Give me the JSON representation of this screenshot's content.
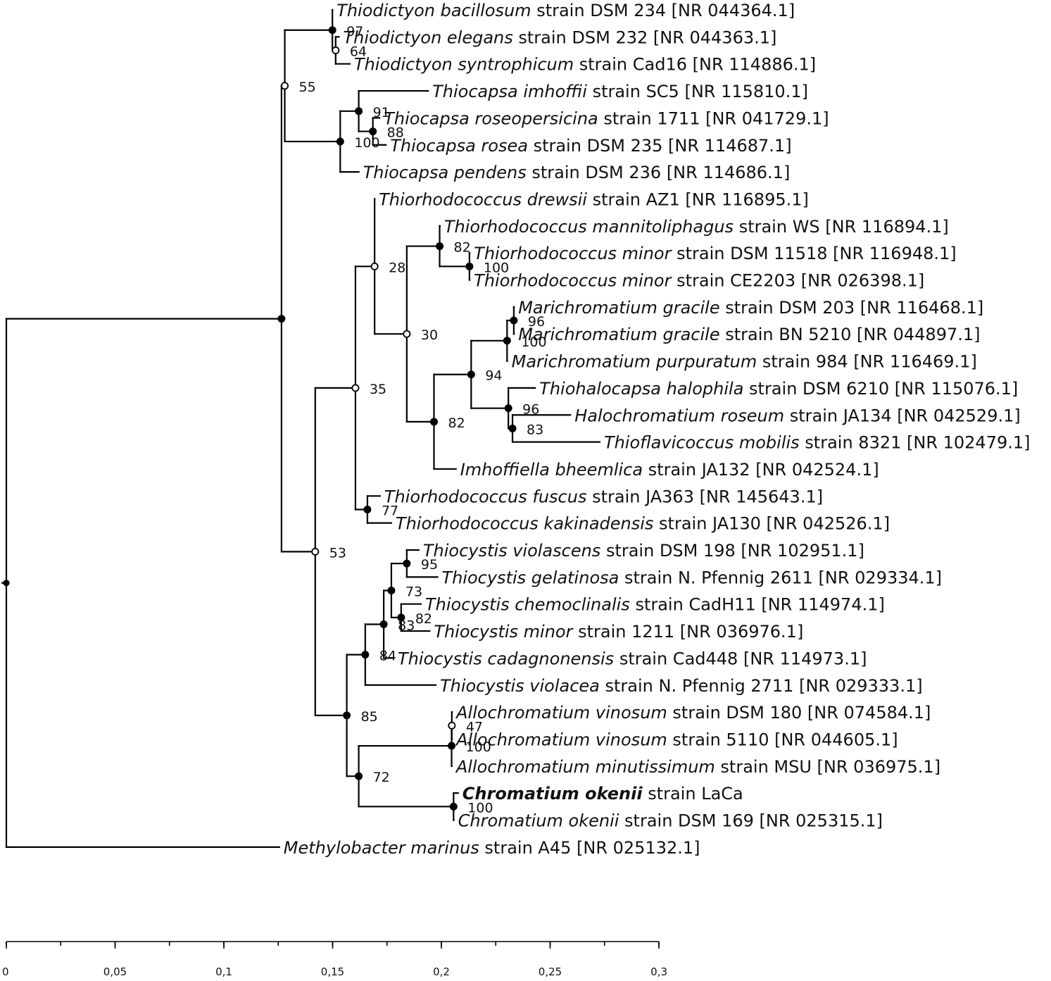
{
  "axis": {
    "min": 0,
    "max": 0.3,
    "ticks": [
      {
        "value": 0,
        "label": "0"
      },
      {
        "value": 0.05,
        "label": "0,05"
      },
      {
        "value": 0.1,
        "label": "0,1"
      },
      {
        "value": 0.15,
        "label": "0,15"
      },
      {
        "value": 0.2,
        "label": "0,2"
      },
      {
        "value": 0.25,
        "label": "0,25"
      },
      {
        "value": 0.3,
        "label": "0,3"
      }
    ],
    "minor_step": 0.025
  },
  "tree": {
    "children": [
      {
        "len": 0.1265,
        "children": [
          {
            "len": 0.0015,
            "support": "55",
            "open": true,
            "children": [
              {
                "len": 0.0219,
                "support": "97",
                "children": [
                  {
                    "len": 0.0,
                    "taxon": {
                      "genus": "Thiodictyon bacillosum",
                      "rest": " strain DSM 234 [NR 044364.1]"
                    }
                  },
                  {
                    "len": 0.0015,
                    "support": "64",
                    "open": true,
                    "children": [
                      {
                        "len": 0.0015,
                        "taxon": {
                          "genus": "Thiodictyon elegans",
                          "rest": " strain DSM 232 [NR 044363.1]"
                        }
                      },
                      {
                        "len": 0.0065,
                        "taxon": {
                          "genus": "Thiodictyon syntrophicum",
                          "rest": " strain Cad16 [NR 114886.1]"
                        }
                      }
                    ]
                  }
                ]
              },
              {
                "len": 0.0255,
                "support": "100",
                "children": [
                  {
                    "len": 0.0085,
                    "support": "91",
                    "children": [
                      {
                        "len": 0.0319,
                        "taxon": {
                          "genus": "Thiocapsa imhoffii",
                          "rest": " strain SC5 [NR 115810.1]"
                        }
                      },
                      {
                        "len": 0.0065,
                        "support": "88",
                        "children": [
                          {
                            "len": 0.0031,
                            "taxon": {
                              "genus": "Thiocapsa roseopersicina",
                              "rest": " strain 1711 [NR 041729.1]"
                            }
                          },
                          {
                            "len": 0.006,
                            "taxon": {
                              "genus": "Thiocapsa rosea",
                              "rest": " strain DSM 235 [NR 114687.1]"
                            }
                          }
                        ]
                      }
                    ]
                  },
                  {
                    "len": 0.0085,
                    "taxon": {
                      "genus": "Thiocapsa pendens",
                      "rest": " strain DSM 236 [NR 114686.1]"
                    }
                  }
                ]
              }
            ]
          },
          {
            "len": 0.0155,
            "support": "53",
            "open": true,
            "children": [
              {
                "len": 0.0185,
                "support": "35",
                "open": true,
                "children": [
                  {
                    "len": 0.0088,
                    "support": "28",
                    "open": true,
                    "children": [
                      {
                        "len": 0.0,
                        "taxon": {
                          "genus": "Thiorhodococcus drewsii",
                          "rest": " strain AZ1 [NR 116895.1]"
                        }
                      },
                      {
                        "len": 0.0148,
                        "support": "30",
                        "open": true,
                        "children": [
                          {
                            "len": 0.0151,
                            "support": "82",
                            "children": [
                              {
                                "len": 0.0001,
                                "taxon": {
                                  "genus": "Thiorhodococcus mannitoliphagus",
                                  "rest": " strain WS [NR 116894.1]"
                                }
                              },
                              {
                                "len": 0.0137,
                                "support": "100",
                                "children": [
                                  {
                                    "len": 0.0001,
                                    "taxon": {
                                      "genus": "Thiorhodococcus minor",
                                      "rest": " strain DSM 11518 [NR 116948.1]"
                                    }
                                  },
                                  {
                                    "len": 0.0001,
                                    "taxon": {
                                      "genus": "Thiorhodococcus minor",
                                      "rest": " strain CE2203 [NR 026398.1]"
                                    }
                                  }
                                ]
                              }
                            ]
                          },
                          {
                            "len": 0.0125,
                            "support": "82",
                            "children": [
                              {
                                "len": 0.0171,
                                "support": "94",
                                "children": [
                                  {
                                    "len": 0.0165,
                                    "support": "100",
                                    "children": [
                                      {
                                        "len": 0.0031,
                                        "support": "96",
                                        "children": [
                                          {
                                            "len": 0.0001,
                                            "taxon": {
                                              "genus": "Marichromatium gracile",
                                              "rest": " strain DSM 203 [NR 116468.1]"
                                            }
                                          },
                                          {
                                            "len": 0.0001,
                                            "taxon": {
                                              "genus": "Marichromatium gracile",
                                              "rest": " strain BN 5210 [NR 044897.1]"
                                            }
                                          }
                                        ]
                                      },
                                      {
                                        "len": 0.0001,
                                        "taxon": {
                                          "genus": "Marichromatium purpuratum",
                                          "rest": " strain 984 [NR 116469.1]"
                                        }
                                      }
                                    ]
                                  },
                                  {
                                    "len": 0.0171,
                                    "support": "96",
                                    "children": [
                                      {
                                        "len": 0.0123,
                                        "taxon": {
                                          "genus": "Thiohalocapsa halophila",
                                          "rest": " strain DSM 6210 [NR 115076.1]"
                                        }
                                      },
                                      {
                                        "len": 0.0019,
                                        "support": "83",
                                        "children": [
                                          {
                                            "len": 0.0266,
                                            "taxon": {
                                              "genus": "Halochromatium roseum",
                                              "rest": " strain JA134 [NR 042529.1]"
                                            }
                                          },
                                          {
                                            "len": 0.0401,
                                            "taxon": {
                                              "genus": "Thioflavicoccus mobilis",
                                              "rest": " strain 8321 [NR 102479.1]"
                                            }
                                          }
                                        ]
                                      }
                                    ]
                                  }
                                ]
                              },
                              {
                                "len": 0.0101,
                                "taxon": {
                                  "genus": "Imhoffiella bheemlica",
                                  "rest": " strain JA132 [NR 042524.1]"
                                }
                              }
                            ]
                          }
                        ]
                      }
                    ]
                  },
                  {
                    "len": 0.0055,
                    "support": "77",
                    "children": [
                      {
                        "len": 0.0058,
                        "taxon": {
                          "genus": "Thiorhodococcus fuscus",
                          "rest": " strain JA363 [NR 145643.1]"
                        }
                      },
                      {
                        "len": 0.011,
                        "taxon": {
                          "genus": "Thiorhodococcus kakinadensis",
                          "rest": " strain JA130 [NR 042526.1]"
                        }
                      }
                    ]
                  }
                ]
              },
              {
                "len": 0.0145,
                "support": "85",
                "children": [
                  {
                    "len": 0.0085,
                    "support": "84",
                    "children": [
                      {
                        "len": 0.0085,
                        "support": "83",
                        "children": [
                          {
                            "len": 0.0035,
                            "support": "73",
                            "children": [
                              {
                                "len": 0.0071,
                                "support": "95",
                                "children": [
                                  {
                                    "len": 0.0055,
                                    "taxon": {
                                      "genus": "Thiocystis violascens",
                                      "rest": " strain DSM 198 [NR 102951.1]"
                                    }
                                  },
                                  {
                                    "len": 0.0141,
                                    "taxon": {
                                      "genus": "Thiocystis gelatinosa",
                                      "rest": " strain N. Pfennig 2611 [NR 029334.1]"
                                    }
                                  }
                                ]
                              },
                              {
                                "len": 0.0045,
                                "support": "82",
                                "children": [
                                  {
                                    "len": 0.0091,
                                    "taxon": {
                                      "genus": "Thiocystis chemoclinalis",
                                      "rest": " strain CadH11 [NR 114974.1]"
                                    }
                                  },
                                  {
                                    "len": 0.0131,
                                    "taxon": {
                                      "genus": "Thiocystis minor",
                                      "rest": " strain 1211 [NR 036976.1]"
                                    }
                                  }
                                ]
                              }
                            ]
                          },
                          {
                            "len": 0.0045,
                            "taxon": {
                              "genus": "Thiocystis cadagnonensis",
                              "rest": " strain Cad448 [NR 114973.1]"
                            }
                          }
                        ]
                      },
                      {
                        "len": 0.0324,
                        "taxon": {
                          "genus": "Thiocystis violacea",
                          "rest": " strain N. Pfennig 2711 [NR 029333.1]"
                        }
                      }
                    ]
                  },
                  {
                    "len": 0.0055,
                    "support": "72",
                    "children": [
                      {
                        "len": 0.0427,
                        "support": "100",
                        "children": [
                          {
                            "len": 0.0001,
                            "support": "47",
                            "open": true,
                            "children": [
                              {
                                "len": 0.0001,
                                "taxon": {
                                  "genus": "Allochromatium vinosum",
                                  "rest": " strain DSM 180 [NR 074584.1]"
                                }
                              },
                              {
                                "len": 0.0001,
                                "taxon": {
                                  "genus": "Allochromatium vinosum",
                                  "rest": " strain 5110 [NR 044605.1]"
                                }
                              }
                            ]
                          },
                          {
                            "len": 0.0001,
                            "taxon": {
                              "genus": "Allochromatium minutissimum",
                              "rest": " strain MSU [NR 036975.1]"
                            }
                          }
                        ]
                      },
                      {
                        "len": 0.0436,
                        "support": "100",
                        "children": [
                          {
                            "len": 0.0021,
                            "taxon": {
                              "genus": "Chromatium okenii",
                              "rest": " strain LaCa",
                              "bold": true
                            }
                          },
                          {
                            "len": 0.0001,
                            "taxon": {
                              "genus": "Chromatium okenii",
                              "rest": " strain DSM 169 [NR 025315.1]"
                            }
                          }
                        ]
                      }
                    ]
                  }
                ]
              }
            ]
          }
        ]
      },
      {
        "len": 0.1255,
        "taxon": {
          "genus": "Methylobacter marinus",
          "rest": " strain A45 [NR 025132.1]"
        }
      }
    ]
  }
}
